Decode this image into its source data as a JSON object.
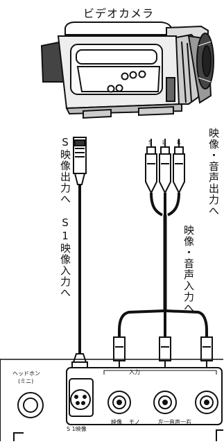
{
  "camera": {
    "title": "ビデオカメラ"
  },
  "labels": {
    "s_video_out": "S映像出力へ",
    "s1_video_in": "S1映像入力へ",
    "av_out": "映像・音声出力へ",
    "av_in": "映像・音声入力へ"
  },
  "panel": {
    "headphone": "ヘッドホン",
    "headphone_mini": "(ミニ)",
    "s1_video": "S 1映像",
    "input_group": "入力",
    "jack_video": "映像",
    "jack_mono": "モノ",
    "jack_audio_left": "左一音声一右"
  },
  "plug_marks": [
    "S",
    "L",
    "R"
  ]
}
